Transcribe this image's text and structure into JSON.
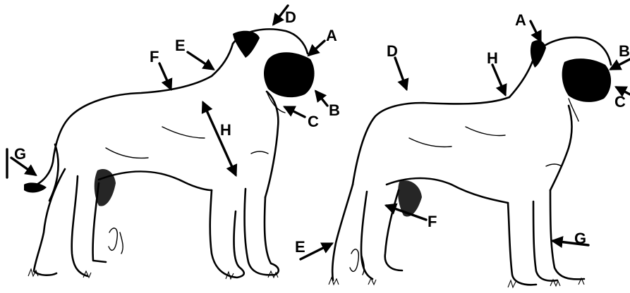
{
  "diagram": {
    "left_dog": {
      "labels": [
        "A",
        "B",
        "C",
        "D",
        "E",
        "F",
        "G",
        "H"
      ]
    },
    "right_dog": {
      "labels": [
        "A",
        "B",
        "C",
        "D",
        "E",
        "F",
        "G",
        "H"
      ]
    }
  }
}
